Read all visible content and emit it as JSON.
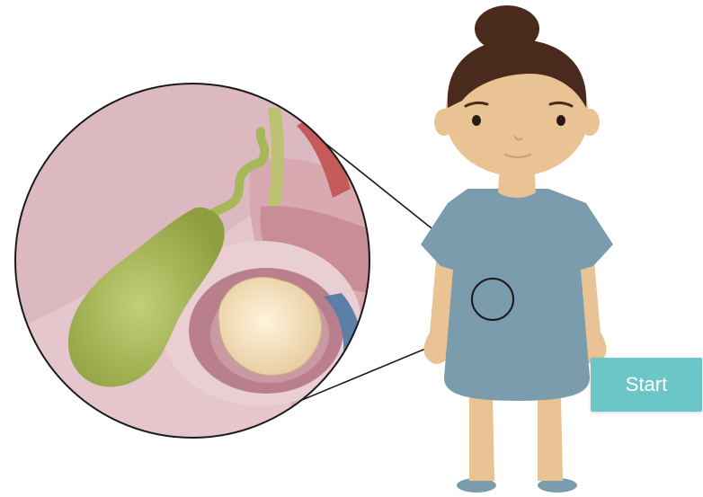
{
  "start_button": {
    "label": "Start"
  },
  "colors": {
    "button": "#6cc6c8",
    "gown": "#7a9cac",
    "skin": "#e9c394",
    "hair": "#4a2a1c",
    "gallbladder": "#a7b85a",
    "tissue": "#e4c6cc",
    "stone": "#f0dcb8",
    "outline": "#1a1a1a"
  },
  "icons": {
    "patient": "patient-illustration",
    "gallbladder": "gallbladder-illustration"
  }
}
